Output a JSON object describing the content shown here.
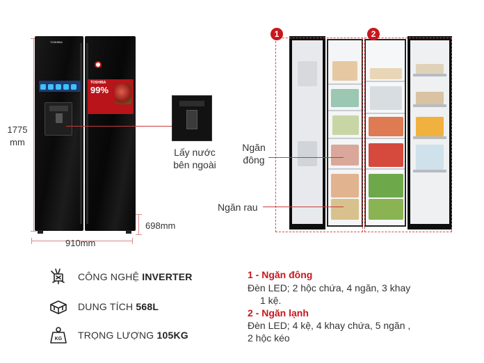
{
  "brand": "TOSHIBA",
  "promo_badge": "99%",
  "dimensions": {
    "height_value": "1775",
    "height_unit": "mm",
    "width": "910mm",
    "depth": "698mm"
  },
  "callout": {
    "line1": "Lấy nước",
    "line2": "bên ngoài"
  },
  "compartments": {
    "freezer_number": "1",
    "fridge_number": "2",
    "freezer_label_line1": "Ngăn",
    "freezer_label_line2": "đông",
    "vegetable_label": "Ngăn rau"
  },
  "features": [
    {
      "icon": "inverter-chip-icon",
      "label": "CÔNG NGHỆ ",
      "value": "INVERTER"
    },
    {
      "icon": "capacity-box-icon",
      "label": "DUNG TÍCH ",
      "value": "568L"
    },
    {
      "icon": "weight-kg-icon",
      "label": "TRỌNG LƯỢNG ",
      "value": "105KG"
    }
  ],
  "specs": {
    "freezer_title": "1 - Ngăn đông",
    "freezer_line1": "Đèn LED; 2 hộc chứa, 4 ngăn, 3 khay",
    "freezer_line2": "1 kệ.",
    "fridge_title": "2 - Ngăn lạnh",
    "fridge_line1": "Đèn LED; 4 kệ, 4 khay chứa, 5 ngăn ,",
    "fridge_line2": "2 hộc kéo"
  },
  "colors": {
    "accent_red": "#c8171d",
    "fridge_black": "#0a0a0a",
    "dimension_line": "#d88a8a"
  }
}
